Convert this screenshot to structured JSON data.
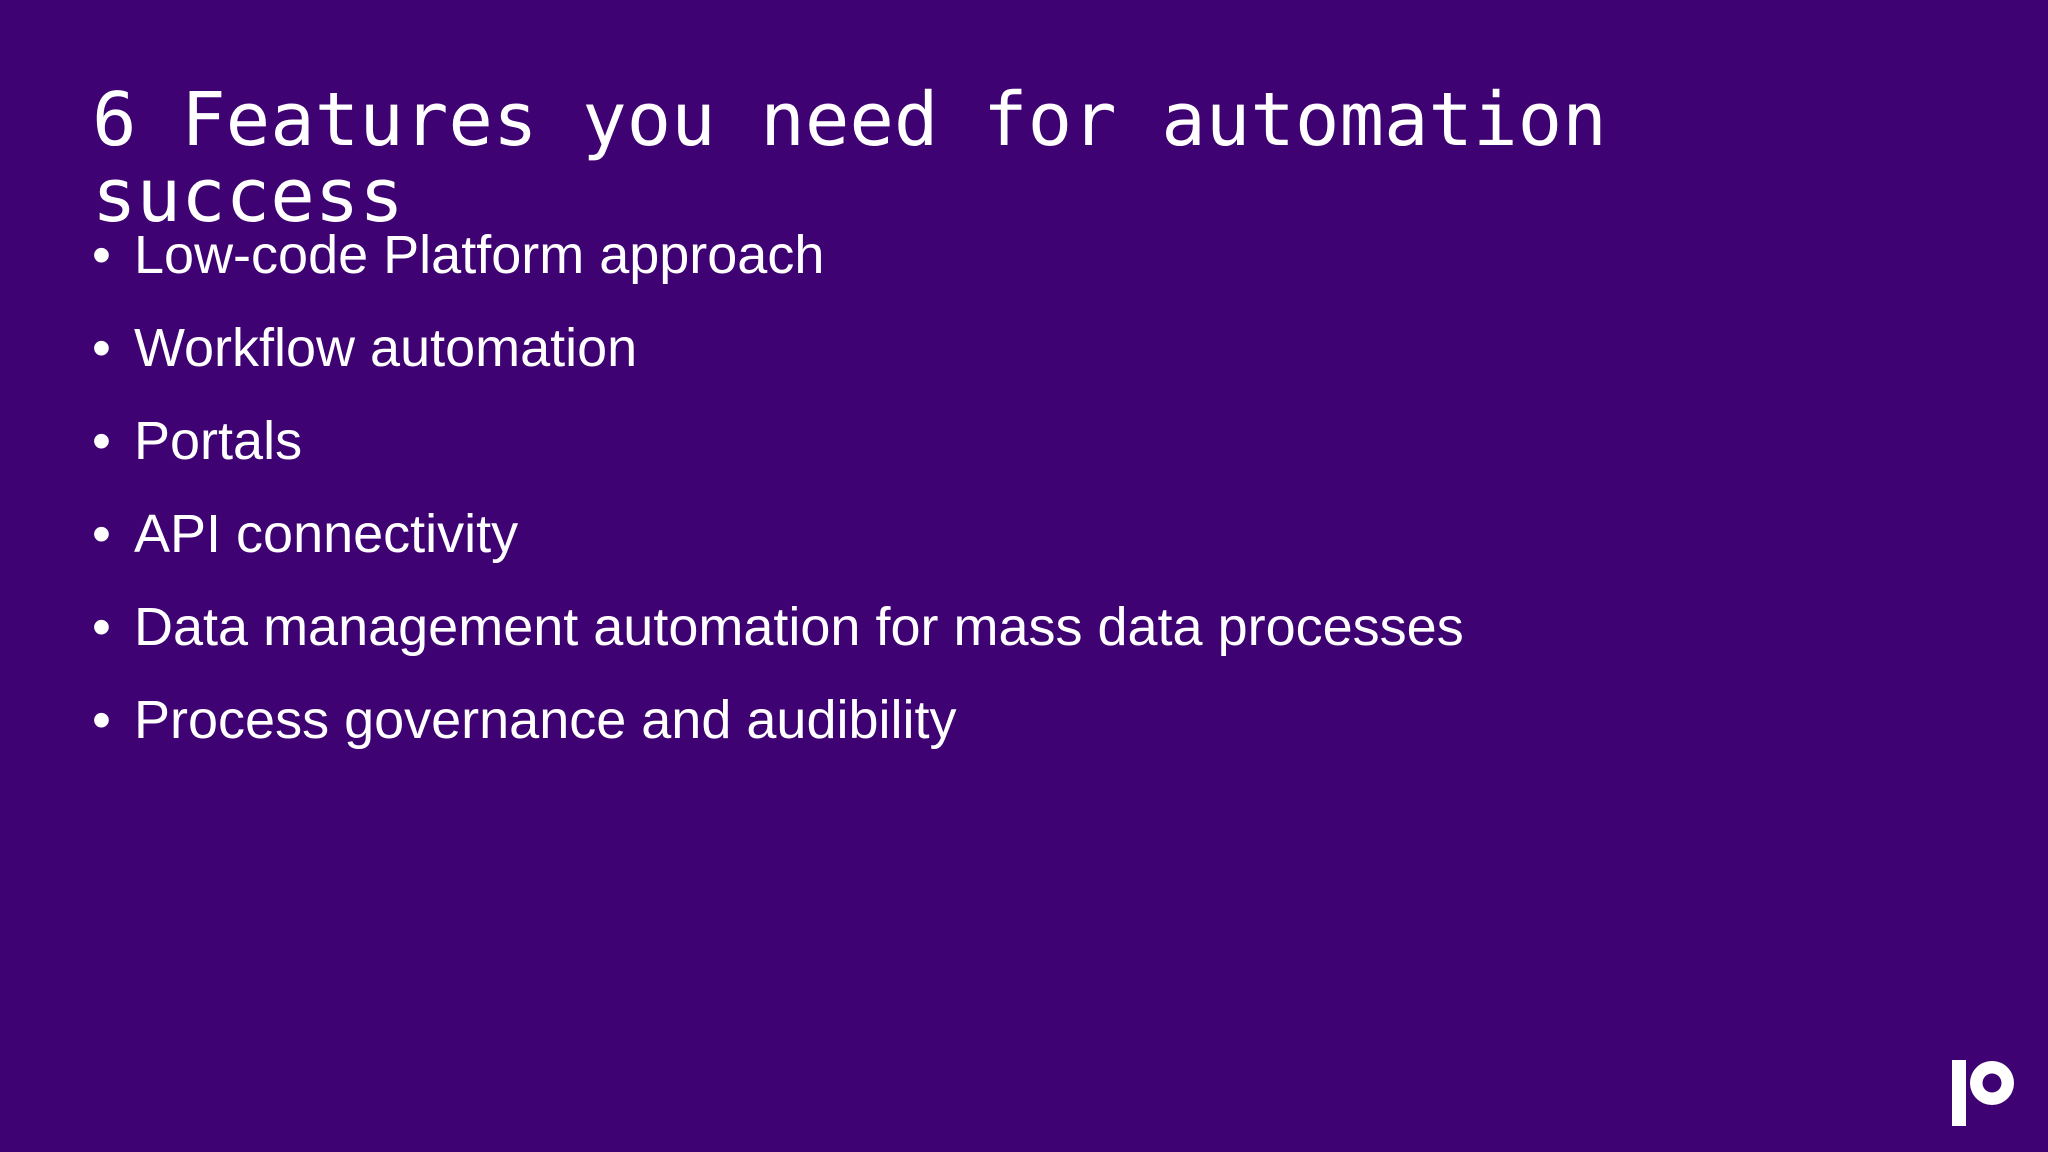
{
  "slide": {
    "background_color": "#3f0273",
    "text_color": "#ffffff",
    "title": "6 Features you need for automation success",
    "bullets": [
      {
        "marker": "•",
        "text": "Low-code Platform approach"
      },
      {
        "marker": "•",
        "text": "Workflow automation"
      },
      {
        "marker": "•",
        "text": "Portals"
      },
      {
        "marker": "•",
        "text": "API connectivity"
      },
      {
        "marker": "•",
        "text": "Data management automation for mass data processes"
      },
      {
        "marker": "•",
        "text": "Process governance and audibility"
      }
    ],
    "logo": {
      "name": "patreon-logo",
      "color": "#ffffff"
    }
  }
}
